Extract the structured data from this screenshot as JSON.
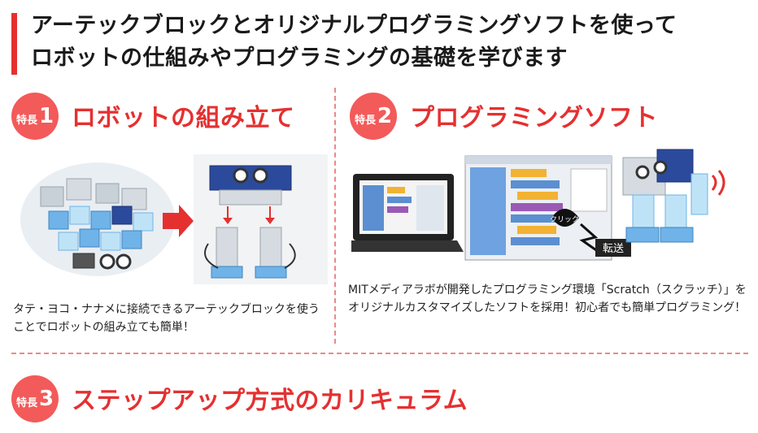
{
  "hero": {
    "line1": "アーテックブロックとオリジナルプログラミングソフトを使って",
    "line2": "ロボットの仕組みやプログラミングの基礎を学びます"
  },
  "features": [
    {
      "badge_label": "特長",
      "badge_number": "1",
      "title": "ロボットの組み立て",
      "description": "タテ・ヨコ・ナナメに接続できるアーテックブロックを使うことでロボットの組み立ても簡単！"
    },
    {
      "badge_label": "特長",
      "badge_number": "2",
      "title": "プログラミングソフト",
      "description": "MITメディアラボが開発したプログラミング環境「Scratch（スクラッチ）」をオリジナルカスタマイズしたソフトを採用！初心者でも簡単プログラミング！",
      "callouts": {
        "click": "クリック",
        "transfer": "転送"
      }
    },
    {
      "badge_label": "特長",
      "badge_number": "3",
      "title": "ステップアップ方式のカリキュラム"
    }
  ],
  "colors": {
    "accent": "#e53030",
    "badge": "#f35a5a",
    "block_blue": "#6fb3e8",
    "block_light": "#bfe3f6"
  }
}
